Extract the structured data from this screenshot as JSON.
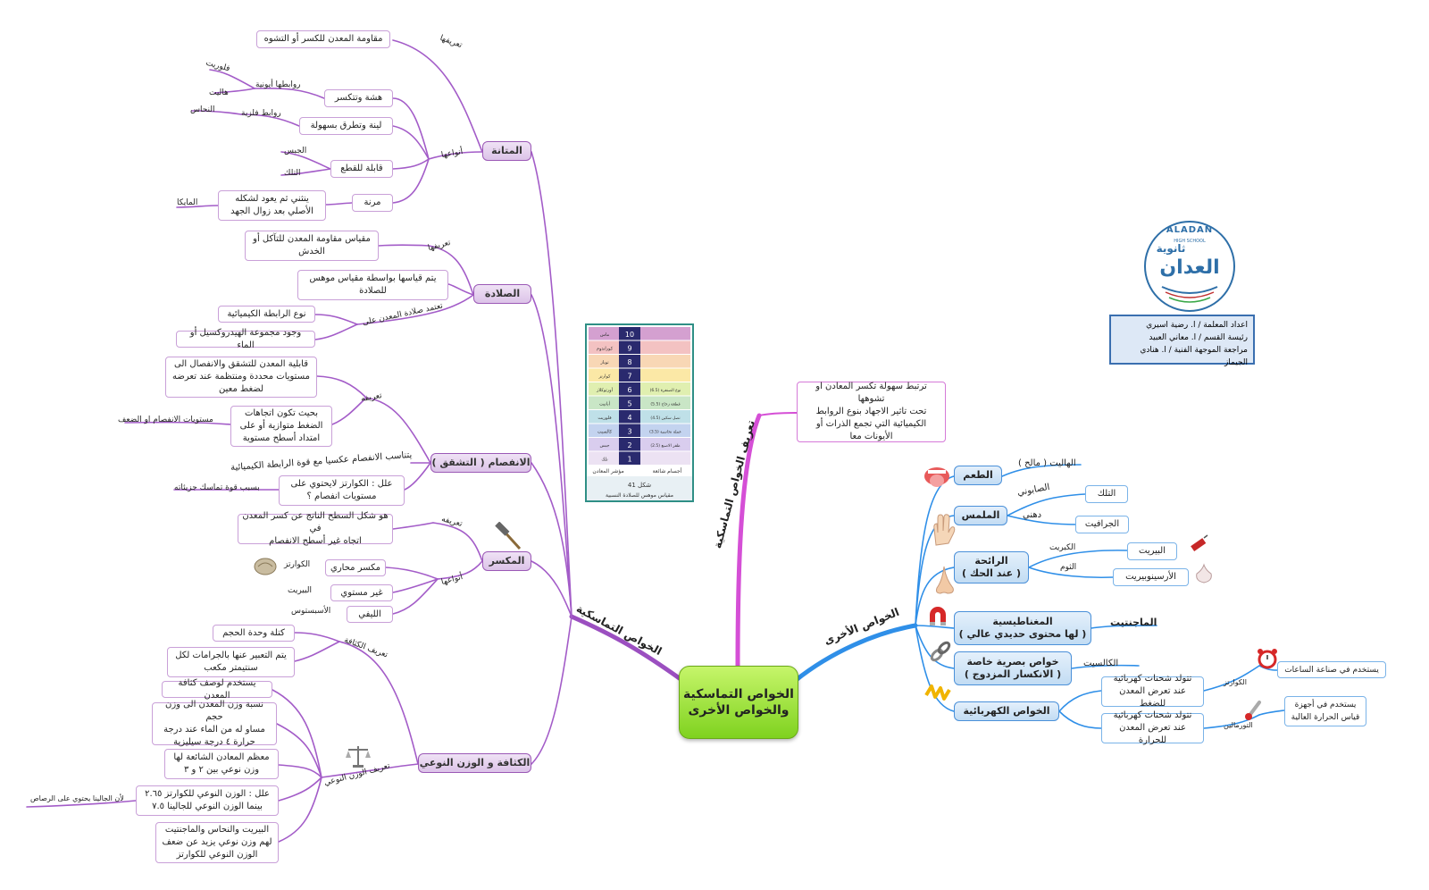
{
  "center": "الخواص التماسكية\nوالخواص الأخرى",
  "branches": {
    "cohesive": "الخواص التماسكية",
    "cohesive_def": "تعريف الخواص التماسكية",
    "other": "الخواص الأخرى"
  },
  "cohesive_def_text": "ترتبط سهولة تكسر المعادن او تشوهها\nتحت تاثير الاجهاد بنوع الروابط\nالكيميائية التي تجمع الذرات أو\nالأيونات معا",
  "tenacity": {
    "title": "المتانة",
    "def_label": "تعريفها",
    "def_text": "مقاومة المعدن للكسر أو التشوه",
    "types_label": "أنواعها",
    "brittle": "هشة وتتكسر",
    "brittle_bond": "روابطها أيونية",
    "brittle_ex1": "فلوريت",
    "brittle_ex2": "هاليت",
    "malleable": "لينة وتطرق بسهولة",
    "malleable_bond": "روابط فلزية",
    "malleable_ex": "النحاس",
    "sectile": "قابلة للقطع",
    "sectile_ex1": "الجبس",
    "sectile_ex2": "التلك",
    "elastic": "مرنة",
    "elastic_text": "ينثني ثم يعود لشكله\nالأصلي بعد زوال الجهد",
    "elastic_ex": "المايكا"
  },
  "hardness": {
    "title": "الصلادة",
    "def_label": "تعريفها",
    "def_text": "مقياس مقاومة المعدن للتآكل أو\nالخدش",
    "measure_text": "يتم قياسها بواسطة مقياس موهس\nللصلادة",
    "depends_label": "تعتمد صلادة المعدن على",
    "dep1": "نوع الرابطة الكيميائية",
    "dep2": "وجود مجموعة الهيدروكسيل أو الماء"
  },
  "cleavage": {
    "title": "الانفصام ( التشقق )",
    "def_label": "تعريفه",
    "def1": "قابلية المعدن للتشقق والانفصال الى\nمستويات محددة ومنتظمة عند تعرضه\nلضغط معين",
    "def2": "بحيث تكون اتجاهات\nالضغط متوازية أو على\nامتداد أسطح مستوية",
    "def2_note": "مستويات الانفصام او الضعف",
    "inverse": "يتناسب الانفصام عكسيا مع قوة الرابطة الكيميائية",
    "why": "علل : الكوارتز لايحتوي على\nمستويات انفصام ؟",
    "why_answer": "بسبب قوة تماسك جزيئاته"
  },
  "fracture": {
    "title": "المكسر",
    "def_label": "تعريفه",
    "def_text": "هو شكل السطح الناتج عن كسر المعدن في\nاتجاه غير أسطح الانفصام",
    "types_label": "أنواعها",
    "t1": "مكسر محاري",
    "t1_ex": "الكوارتز",
    "t2": "غير مستوي",
    "t2_ex": "البيريت",
    "t3": "الليفي",
    "t3_ex": "الأسبستوس"
  },
  "density": {
    "title": "الكثافة و الوزن النوعي",
    "def_label": "تعريف الكثافة",
    "d1": "كتلة وحدة الحجم",
    "d2": "يتم التعبير عنها بالجرامات لكل\nسنتيمتر مكعب",
    "sg_label": "تعريف الوزن النوعي",
    "s1": "يستخدم لوصف كثافة المعدن",
    "s2": "نسبة وزن المعدن الى وزن حجم\nمساو له من الماء عند درجة\nحرارة ٤ درجة سيليزية",
    "s3": "معظم المعادن الشائعة لها\nوزن نوعي بين ٢ و ٣",
    "s4": "علل : الوزن النوعي للكوارتز ٢.٦٥\nبينما الوزن النوعي للجالينا ٧.٥",
    "s4_note": "لأن الجالينا يحتوي على الرصاص",
    "s5": "البيريت والنحاس والماجنتيت\nلهم وزن نوعي يزيد عن ضعف\nالوزن النوعي للكوارتز"
  },
  "other": {
    "taste": "الطعم",
    "taste_ex": "الهاليت ( مالح )",
    "touch": "الملمس",
    "soapy": "الصابوني",
    "talc": "التلك",
    "greasy": "دهني",
    "graphite": "الجرافيت",
    "smell": "الرائحة\n( عند الحك )",
    "sulfur": "الكبريت",
    "pyrite": "البيريت",
    "garlic": "الثوم",
    "arsenopyrite": "الأرسينوبيريت",
    "magnetism": "المغناطيسية\n( لها محتوى حديدي عالي )",
    "magnetite": "الماجنتيت",
    "optical": "خواص بصرية خاصة\n( الانكسار المزدوج )",
    "calcite": "الكالسيت",
    "electric": "الخواص الكهربائية",
    "piezo": "تتولد شحنات كهربائية\nعند تعرض المعدن للضغط",
    "quartz": "الكوارتز",
    "quartz_use": "يستخدم في صناعة الساعات",
    "pyro": "تتولد شحنات كهربائية\nعند تعرض المعدن للحرارة",
    "tourmaline": "التورمالين",
    "tourmaline_use": "يستخدم في أجهزة\nقياس الحرارة العالية"
  },
  "credits": {
    "l1": "اعداد المعلمة / ا. رضية اسيري",
    "l2": "رئيسة القسم / ا. معاني العبيد",
    "l3": "مراجعة الموجهة الفنية / ا. هنادي الجيماز"
  },
  "logo": {
    "en": "ALADAN",
    "sub": "HIGH SCHOOL",
    "ar1": "ثانوية",
    "ar2": "العدان"
  },
  "mohs": {
    "numbers": [
      "10",
      "9",
      "8",
      "7",
      "6",
      "5",
      "4",
      "3",
      "2",
      "1"
    ],
    "minerals": [
      "ماس",
      "كوراندوم",
      "توباز",
      "كوارتز",
      "أورثوكلاز",
      "أباتيت",
      "فلوريت",
      "كالسيت",
      "جبس",
      "تلك"
    ],
    "objects": [
      "",
      "",
      "",
      "",
      "نوع الصنفرة (6.5)",
      "قطعة زجاج (5.5)",
      "نصل سكين (4.5)",
      "عملة نحاسية (3.5)",
      "ظفر الاصبع (2.5)",
      ""
    ],
    "col_left": "مؤشر المعادن",
    "col_right": "أجسام شائعة",
    "caption1": "شكل 41",
    "caption2": "مقياس موهس للصلادة النسبية",
    "colors": [
      "#d4a0d0",
      "#f3c2c2",
      "#f8d7b5",
      "#fbe8a6",
      "#e0efb0",
      "#c9e6c6",
      "#bfe0e8",
      "#c3d3ef",
      "#d9cdee",
      "#ece2f3"
    ]
  },
  "colors": {
    "purple": "#9b4fc0",
    "magenta": "#d54fd6",
    "blue": "#2f8fe8",
    "center": "#8fd62c"
  }
}
